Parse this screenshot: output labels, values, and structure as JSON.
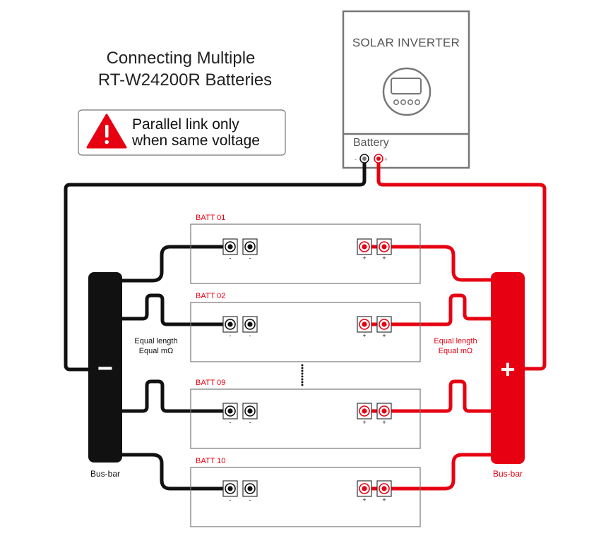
{
  "title": {
    "line1": "Connecting Multiple",
    "line2": "RT-W24200R  Batteries"
  },
  "warning": {
    "line1": "Parallel link only",
    "line2": "when same voltage"
  },
  "inverter": {
    "title": "SOLAR INVERTER",
    "battery_label": "Battery",
    "neg_sign": "-",
    "pos_sign": "+"
  },
  "batteries": [
    {
      "label": "BATT 01"
    },
    {
      "label": "BATT 02"
    },
    {
      "label": "BATT 09"
    },
    {
      "label": "BATT 10"
    }
  ],
  "notes": {
    "left": {
      "line1": "Equal length",
      "line2": "Equal mΩ"
    },
    "right": {
      "line1": "Equal length",
      "line2": "Equal mΩ"
    }
  },
  "busbars": {
    "negative": {
      "label": "Bus-bar",
      "symbol": "−"
    },
    "positive": {
      "label": "Bus-bar",
      "symbol": "+"
    }
  },
  "terminal_signs": {
    "negative": "-",
    "positive": "+"
  },
  "colors": {
    "negative": "#111111",
    "positive": "#e60012",
    "frame": "#777777"
  }
}
